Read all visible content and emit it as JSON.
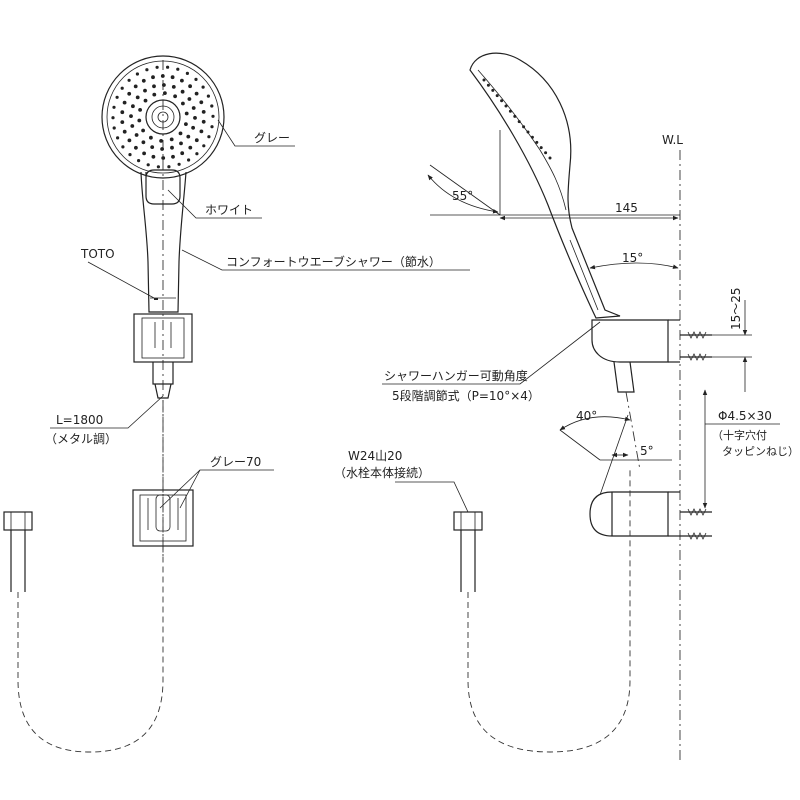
{
  "labels": {
    "grey": "グレー",
    "white": "ホワイト",
    "brand": "TOTO",
    "product": "コンフォートウエーブシャワー（節水）",
    "hose_length": "L=1800",
    "hose_note": "（メタル調）",
    "grey70": "グレー70",
    "thread": "W24山20",
    "thread_note": "（水栓本体接続）",
    "hanger_angle": "シャワーハンガー可動角度",
    "hanger_step": "5段階調節式（P=10°×4）",
    "screw": "Φ4.5×30",
    "screw_note1": "（十字穴付",
    "screw_note2": "タッピンねじ）",
    "wl": "W.L",
    "dim_145": "145",
    "dim_15_25": "15～25",
    "angle_55": "55°",
    "angle_15": "15°",
    "angle_40": "40°",
    "angle_5": "5°"
  }
}
